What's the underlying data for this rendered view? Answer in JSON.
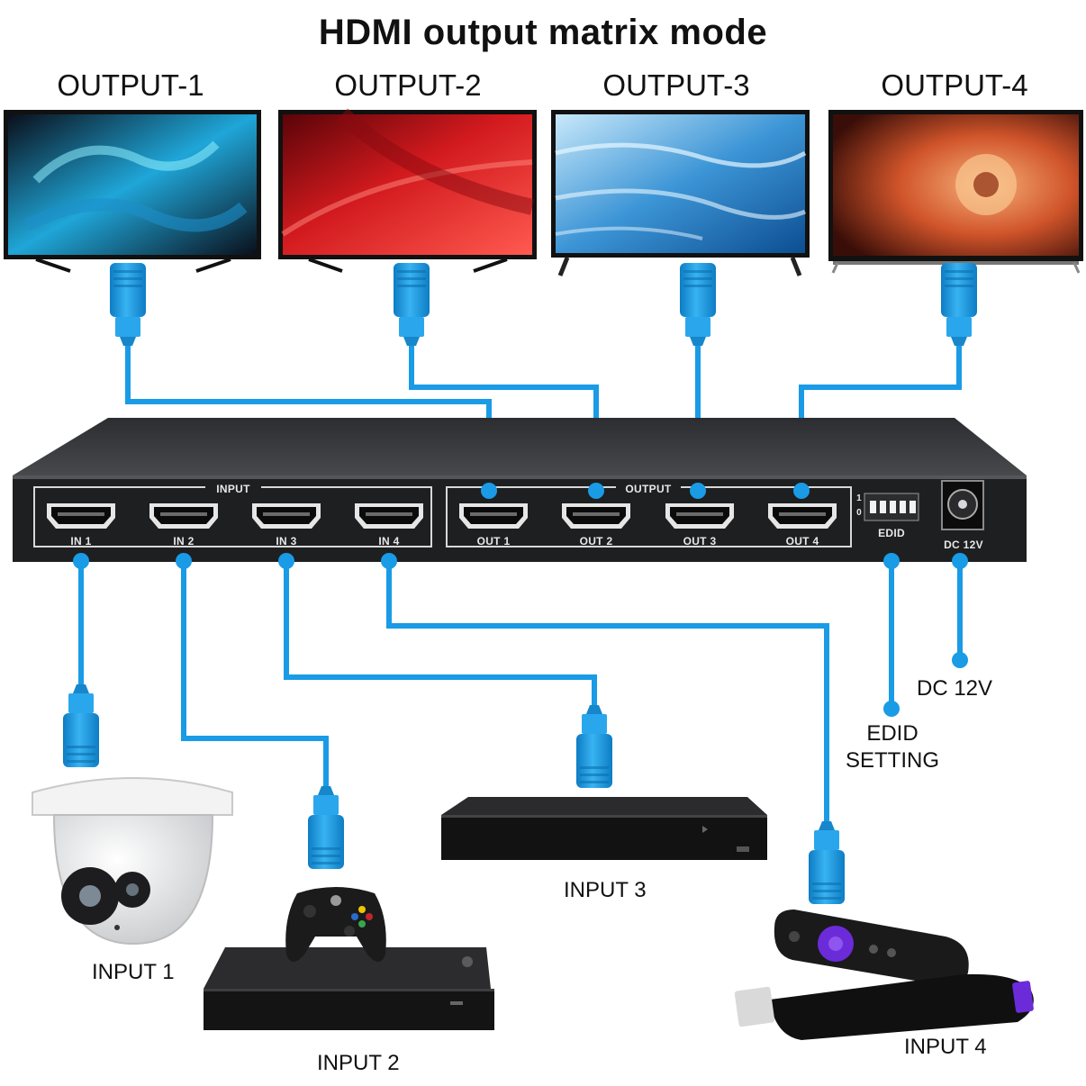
{
  "title": "HDMI output matrix mode",
  "outputs": [
    {
      "label": "OUTPUT-1",
      "colors": [
        "#0a0f1a",
        "#1fa6d8",
        "#7ee6f0"
      ]
    },
    {
      "label": "OUTPUT-2",
      "colors": [
        "#5a0408",
        "#d21a1e",
        "#ff5a50"
      ]
    },
    {
      "label": "OUTPUT-3",
      "colors": [
        "#0c4e92",
        "#3c95d6",
        "#c8e8fa"
      ]
    },
    {
      "label": "OUTPUT-4",
      "colors": [
        "#3a0e08",
        "#d0542a",
        "#f7b07a"
      ]
    }
  ],
  "device": {
    "input_group": "INPUT",
    "output_group": "OUTPUT",
    "ports_in": [
      "IN 1",
      "IN 2",
      "IN 3",
      "IN 4"
    ],
    "ports_out": [
      "OUT 1",
      "OUT 2",
      "OUT 3",
      "OUT 4"
    ],
    "switch_label": "EDID",
    "switch_marks": [
      "1",
      "0"
    ],
    "power_label": "DC 12V"
  },
  "labels": {
    "dc": "DC 12V",
    "edid_line1": "EDID",
    "edid_line2": "SETTING",
    "input1": "INPUT 1",
    "input2": "INPUT 2",
    "input3": "INPUT 3",
    "input4": "INPUT 4"
  },
  "colors": {
    "cable": "#1a9be6",
    "cable_dark": "#0d7cc4",
    "device_top": "#3a3b3e",
    "device_front": "#1f2022"
  }
}
